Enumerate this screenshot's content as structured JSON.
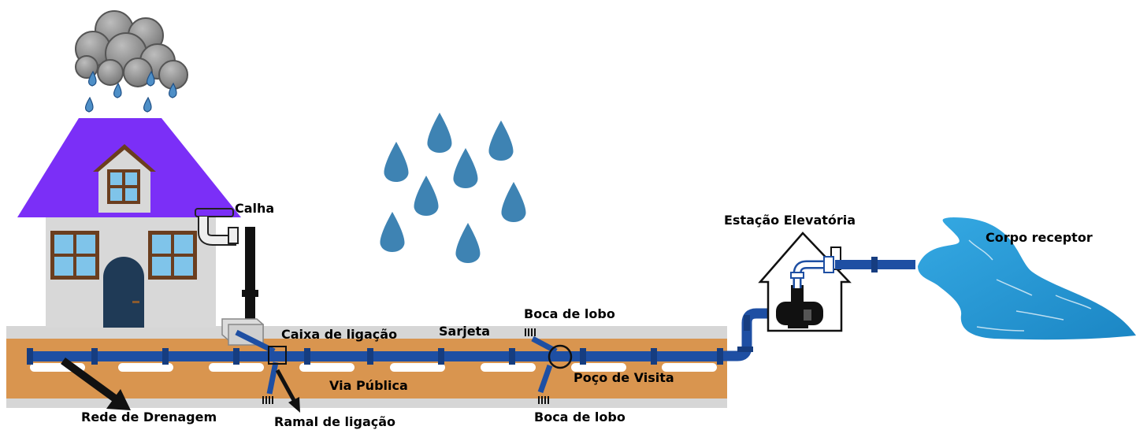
{
  "labels": {
    "calha": "Calha",
    "caixa_ligacao": "Caixa de ligação",
    "sarjeta": "Sarjeta",
    "boca_lobo_top": "Boca de lobo",
    "boca_lobo_bottom": "Boca de lobo",
    "via_publica": "Via Pública",
    "poco_visita": "Poço de Visita",
    "rede_drenagem": "Rede de Drenagem",
    "ramal_ligacao": "Ramal de ligação",
    "estacao_elevatoria": "Estação Elevatória",
    "corpo_receptor": "Corpo receptor"
  },
  "colors": {
    "roof": "#7b2ff7",
    "wall": "#d8d8d8",
    "window_frame": "#6b3e1f",
    "window_glass": "#7fc4ea",
    "door": "#1f3a56",
    "road": "#d9954f",
    "curb": "#d3d3d3",
    "pipe": "#1e4fa3",
    "pipe_joint": "#163d80",
    "rain_drop": "#3e83b3",
    "cloud": "#8a8a8a",
    "river": "#2e9fd8",
    "downspout": "#111111"
  }
}
